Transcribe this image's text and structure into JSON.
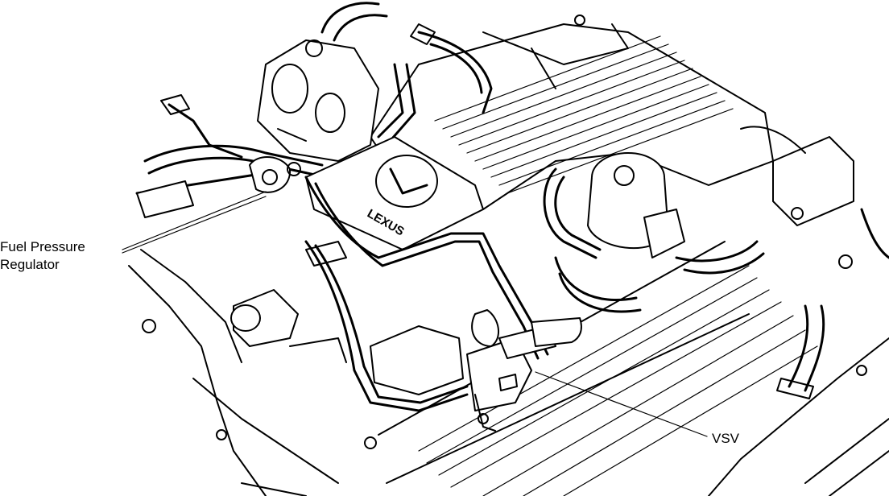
{
  "labels": {
    "fuel_pressure_regulator_line1": "Fuel Pressure",
    "fuel_pressure_regulator_line2": "Regulator",
    "vsv": "VSV",
    "emblem_text": "LEXUS"
  },
  "colors": {
    "line": "#000000",
    "background": "#ffffff"
  }
}
